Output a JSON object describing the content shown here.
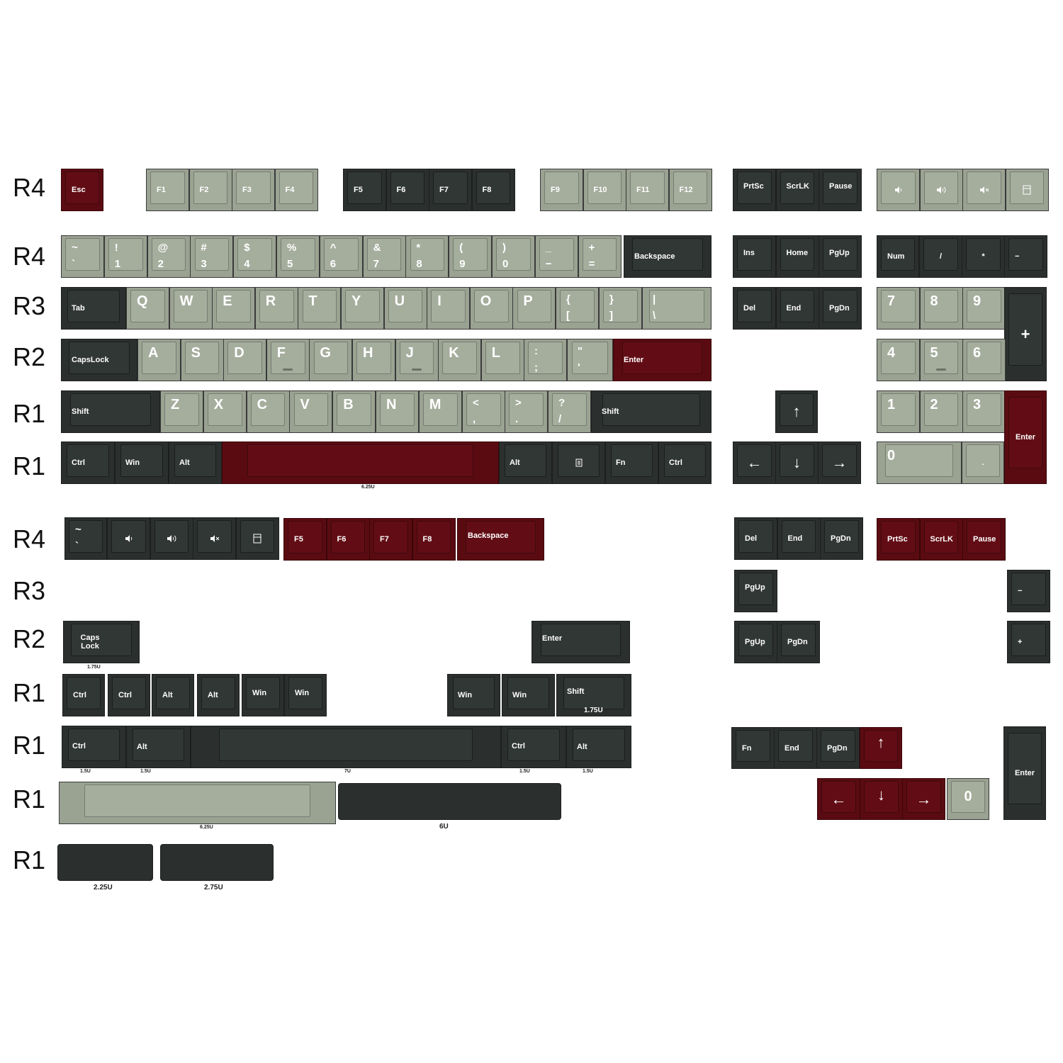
{
  "row_labels": [
    "R4",
    "R4",
    "R3",
    "R2",
    "R1",
    "R1",
    "R4",
    "R3",
    "R2",
    "R1",
    "R1",
    "R1",
    "R1"
  ],
  "colors": {
    "grey": "#9aa292",
    "dark": "#2b302f",
    "red": "#5a0b12"
  },
  "keys": {
    "esc": "Esc",
    "f1": "F1",
    "f2": "F2",
    "f3": "F3",
    "f4": "F4",
    "f5": "F5",
    "f6": "F6",
    "f7": "F7",
    "f8": "F8",
    "f9": "F9",
    "f10": "F10",
    "f11": "F11",
    "f12": "F12",
    "prtsc": "PrtSc",
    "scrlk": "ScrLK",
    "pause": "Pause",
    "media_icons": [
      "volume-icon",
      "volume-up-icon",
      "mute-icon",
      "calculator-icon"
    ],
    "num_row": [
      "~\n`",
      "!\n1",
      "@\n2",
      "#\n3",
      "$\n4",
      "%\n5",
      "^\n6",
      "&\n7",
      "*\n8",
      "(\n9",
      ")\n0",
      "_\n−",
      "+\n="
    ],
    "backspace": "Backspace",
    "ins": "Ins",
    "home": "Home",
    "pgup": "PgUp",
    "num": "Num",
    "slash": "/",
    "star": "*",
    "minus": "−",
    "tab": "Tab",
    "qrow": [
      "Q",
      "W",
      "E",
      "R",
      "T",
      "Y",
      "U",
      "I",
      "O",
      "P"
    ],
    "bracket_l": "{\n[",
    "bracket_r": "}\n]",
    "pipe": "|\n\\",
    "del": "Del",
    "end": "End",
    "pgdn": "PgDn",
    "n7": "7",
    "n8": "8",
    "n9": "9",
    "plus": "+",
    "capslock": "CapsLock",
    "arow": [
      "A",
      "S",
      "D",
      "F",
      "G",
      "H",
      "J",
      "K",
      "L"
    ],
    "semicolon": ":\n;",
    "quote": "\"\n'",
    "enter": "Enter",
    "n4": "4",
    "n5": "5",
    "n6": "6",
    "shift": "Shift",
    "zrow": [
      "Z",
      "X",
      "C",
      "V",
      "B",
      "N",
      "M"
    ],
    "comma": "<\n,",
    "period": ">\n.",
    "question": "?\n/",
    "up": "↑",
    "left": "←",
    "down": "↓",
    "right": "→",
    "n1": "1",
    "n2": "2",
    "n3": "3",
    "n0": "0",
    "ndot": ".",
    "ctrl": "Ctrl",
    "win": "Win",
    "alt": "Alt",
    "fn": "Fn",
    "menu": "▤",
    "tilde": "~\n`",
    "caps_lock": "Caps\nLock",
    "shift_175_line2": "1.75U"
  },
  "size_labels": {
    "s625": "6.25U",
    "s175": "1.75U",
    "s15": "1.5U",
    "s7": "7U",
    "s6": "6U",
    "s225": "2.25U",
    "s275": "2.75U"
  }
}
